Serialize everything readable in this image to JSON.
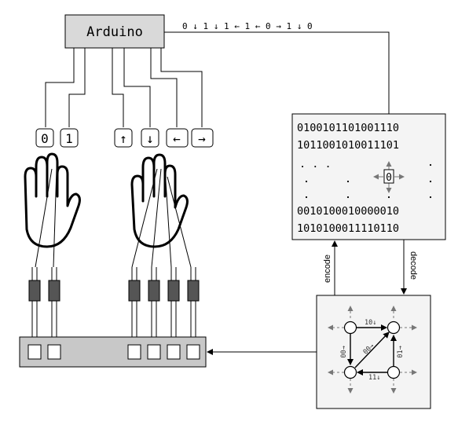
{
  "arduino": {
    "label": "Arduino"
  },
  "stream_text": "0 ↓ 1 ↓ 1 ← 1 ← 0 → 1 ↓ 0",
  "symbols": [
    "0",
    "1",
    "↑",
    "↓",
    "←",
    "→"
  ],
  "matrix": {
    "rows": [
      "0100101101001110",
      "1011001010011101",
      ". . .",
      "0010100010000010",
      "1010100011110110"
    ],
    "cursor_value": "0"
  },
  "labels": {
    "encode": "encode",
    "decode": "decode"
  },
  "graph": {
    "edges": [
      "10↓",
      "00→",
      "00→",
      "01→",
      "11↓"
    ]
  },
  "colors": {
    "arduino_fill": "#d9d9d9",
    "panel_fill": "#f4f4f4",
    "board_fill": "#c8c8c8",
    "sensor_fill": "#555555",
    "grey_arrow": "#777777"
  }
}
